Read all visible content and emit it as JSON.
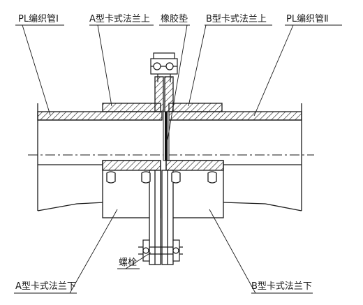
{
  "labels": {
    "pl_pipe_1": "PL编织管Ⅰ",
    "a_flange_top": "A型卡式法兰上",
    "gasket": "橡胶垫",
    "b_flange_top": "B型卡式法兰上",
    "pl_pipe_2": "PL编织管Ⅱ",
    "a_flange_bottom": "A型卡式法兰下",
    "bolt": "螺栓",
    "b_flange_bottom": "B型卡式法兰下"
  },
  "colors": {
    "line": "#1a1a1a",
    "background": "#ffffff",
    "gasket": "#111111"
  }
}
